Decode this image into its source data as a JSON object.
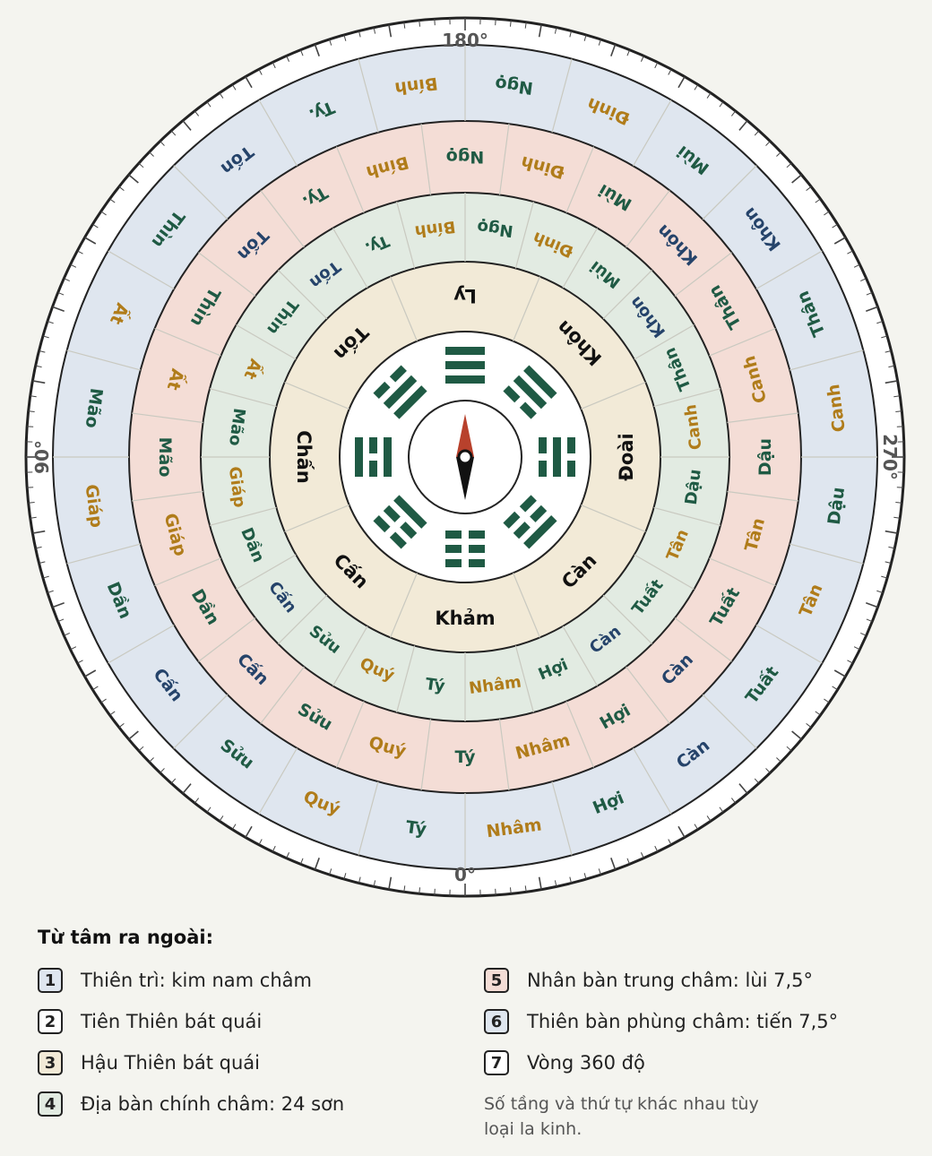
{
  "colors": {
    "background": "#f4f4ef",
    "ring_blue": "#dfe6ef",
    "ring_pink": "#f4ddd6",
    "ring_green": "#e2ebe2",
    "ring_beige": "#f2ead7",
    "center": "#ffffff",
    "text_green": "#1f5a44",
    "text_gold": "#b07c1a",
    "text_navy": "#25436a",
    "needle_red": "#b8412c",
    "needle_black": "#111111"
  },
  "compass": {
    "degree_labels": [
      "180°",
      "270°",
      "0°",
      "90°"
    ],
    "ring_24_blue": [
      {
        "label": "Tý",
        "color": "green"
      },
      {
        "label": "Quý",
        "color": "gold"
      },
      {
        "label": "Sửu",
        "color": "green"
      },
      {
        "label": "Cấn",
        "color": "navy"
      },
      {
        "label": "Dần",
        "color": "green"
      },
      {
        "label": "Giáp",
        "color": "gold"
      },
      {
        "label": "Mão",
        "color": "green"
      },
      {
        "label": "Ất",
        "color": "gold"
      },
      {
        "label": "Thìn",
        "color": "green"
      },
      {
        "label": "Tốn",
        "color": "navy"
      },
      {
        "label": "Ty.",
        "color": "green"
      },
      {
        "label": "Bính",
        "color": "gold"
      },
      {
        "label": "Ngọ",
        "color": "green"
      },
      {
        "label": "Đinh",
        "color": "gold"
      },
      {
        "label": "Mùi",
        "color": "green"
      },
      {
        "label": "Khôn",
        "color": "navy"
      },
      {
        "label": "Thân",
        "color": "green"
      },
      {
        "label": "Canh",
        "color": "gold"
      },
      {
        "label": "Dậu",
        "color": "green"
      },
      {
        "label": "Tân",
        "color": "gold"
      },
      {
        "label": "Tuất",
        "color": "green"
      },
      {
        "label": "Càn",
        "color": "navy"
      },
      {
        "label": "Hợi",
        "color": "green"
      },
      {
        "label": "Nhâm",
        "color": "gold"
      }
    ],
    "ring_24_pink": [
      {
        "label": "Tý",
        "color": "green"
      },
      {
        "label": "Quý",
        "color": "gold"
      },
      {
        "label": "Sửu",
        "color": "green"
      },
      {
        "label": "Cấn",
        "color": "navy"
      },
      {
        "label": "Dần",
        "color": "green"
      },
      {
        "label": "Giáp",
        "color": "gold"
      },
      {
        "label": "Mão",
        "color": "green"
      },
      {
        "label": "Ất",
        "color": "gold"
      },
      {
        "label": "Thìn",
        "color": "green"
      },
      {
        "label": "Tốn",
        "color": "navy"
      },
      {
        "label": "Ty.",
        "color": "green"
      },
      {
        "label": "Bính",
        "color": "gold"
      },
      {
        "label": "Ngọ",
        "color": "green"
      },
      {
        "label": "Đinh",
        "color": "gold"
      },
      {
        "label": "Mùi",
        "color": "green"
      },
      {
        "label": "Khôn",
        "color": "navy"
      },
      {
        "label": "Thân",
        "color": "green"
      },
      {
        "label": "Canh",
        "color": "gold"
      },
      {
        "label": "Dậu",
        "color": "green"
      },
      {
        "label": "Tân",
        "color": "gold"
      },
      {
        "label": "Tuất",
        "color": "green"
      },
      {
        "label": "Càn",
        "color": "navy"
      },
      {
        "label": "Hợi",
        "color": "green"
      },
      {
        "label": "Nhâm",
        "color": "gold"
      }
    ],
    "ring_24_green": [
      {
        "label": "Tý",
        "color": "green"
      },
      {
        "label": "Quý",
        "color": "gold"
      },
      {
        "label": "Sửu",
        "color": "green"
      },
      {
        "label": "Cấn",
        "color": "navy"
      },
      {
        "label": "Dần",
        "color": "green"
      },
      {
        "label": "Giáp",
        "color": "gold"
      },
      {
        "label": "Mão",
        "color": "green"
      },
      {
        "label": "Ất",
        "color": "gold"
      },
      {
        "label": "Thìn",
        "color": "green"
      },
      {
        "label": "Tốn",
        "color": "navy"
      },
      {
        "label": "Ty.",
        "color": "green"
      },
      {
        "label": "Bính",
        "color": "gold"
      },
      {
        "label": "Ngọ",
        "color": "green"
      },
      {
        "label": "Đinh",
        "color": "gold"
      },
      {
        "label": "Mùi",
        "color": "green"
      },
      {
        "label": "Khôn",
        "color": "navy"
      },
      {
        "label": "Thân",
        "color": "green"
      },
      {
        "label": "Canh",
        "color": "gold"
      },
      {
        "label": "Dậu",
        "color": "green"
      },
      {
        "label": "Tân",
        "color": "gold"
      },
      {
        "label": "Tuất",
        "color": "green"
      },
      {
        "label": "Càn",
        "color": "navy"
      },
      {
        "label": "Hợi",
        "color": "green"
      },
      {
        "label": "Nhâm",
        "color": "gold"
      }
    ],
    "ring_8_trigrams": [
      "Khảm",
      "Cấn",
      "Chấn",
      "Tốn",
      "Ly",
      "Khôn",
      "Đoài",
      "Càn"
    ],
    "trigram_symbols": [
      "khon",
      "chan",
      "ly",
      "doai",
      "can_tt",
      "ton",
      "kham",
      "can_nui"
    ]
  },
  "legend": {
    "title": "Từ tâm ra ngoài:",
    "items": [
      {
        "num": "1",
        "text": "Thiên trì: kim nam châm",
        "box": "#dfe6ef"
      },
      {
        "num": "2",
        "text": "Tiên Thiên bát quái",
        "box": "#ffffff"
      },
      {
        "num": "3",
        "text": "Hậu Thiên bát quái",
        "box": "#f2ead7"
      },
      {
        "num": "4",
        "text": "Địa bàn chính châm: 24 sơn",
        "box": "#e2ebe2"
      },
      {
        "num": "5",
        "text": "Nhân bàn trung châm: lùi 7,5°",
        "box": "#f4ddd6"
      },
      {
        "num": "6",
        "text": "Thiên bàn phùng châm: tiến 7,5°",
        "box": "#dfe6ef"
      },
      {
        "num": "7",
        "text": "Vòng 360 độ",
        "box": "#ffffff"
      }
    ],
    "note": "Số tầng và thứ tự khác nhau tùy loại la kinh."
  }
}
